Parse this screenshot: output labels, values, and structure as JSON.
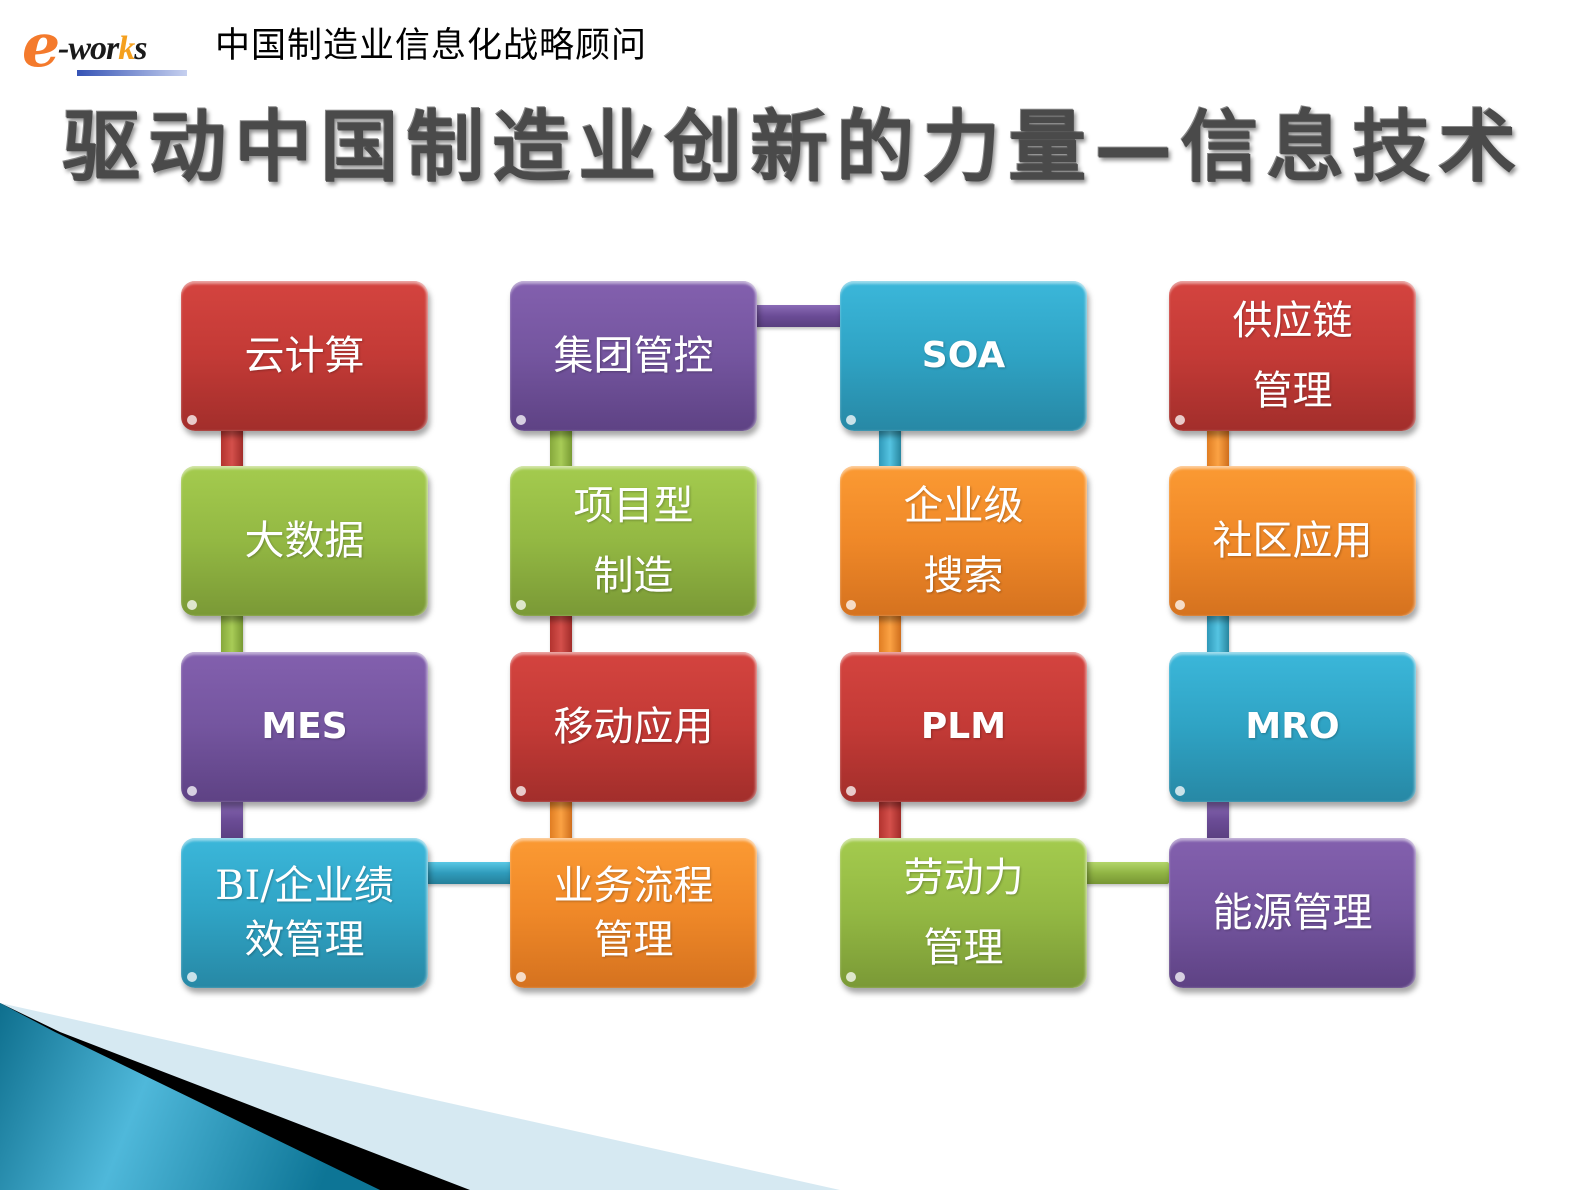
{
  "header": {
    "logo": {
      "e": "e",
      "works_prefix": "-wor",
      "works_k": "k",
      "works_suffix": "s"
    },
    "tagline": "中国制造业信息化战略顾问"
  },
  "title": "驱动中国制造业创新的力量—信息技术",
  "colors": {
    "red": "#c33a36",
    "purple": "#74559f",
    "blue": "#2fa3c4",
    "green": "#93b843",
    "orange": "#ef8828",
    "title_gray": "#4a4a4a",
    "logo_orange": "#f47a2c"
  },
  "diagram": {
    "columns": [
      {
        "items": [
          {
            "label": "云计算",
            "color": "red"
          },
          {
            "label": "大数据",
            "color": "green"
          },
          {
            "label": "MES",
            "color": "purple"
          },
          {
            "label": "BI/企业绩\n效管理",
            "color": "blue"
          }
        ]
      },
      {
        "items": [
          {
            "label": "集团管控",
            "color": "purple"
          },
          {
            "label": "项目型\n制造",
            "color": "green"
          },
          {
            "label": "移动应用",
            "color": "red"
          },
          {
            "label": "业务流程\n管理",
            "color": "orange"
          }
        ]
      },
      {
        "items": [
          {
            "label": "SOA",
            "color": "blue"
          },
          {
            "label": "企业级\n搜索",
            "color": "orange"
          },
          {
            "label": "PLM",
            "color": "red"
          },
          {
            "label": "劳动力\n管理",
            "color": "green"
          }
        ]
      },
      {
        "items": [
          {
            "label": "供应链\n管理",
            "color": "red"
          },
          {
            "label": "社区应用",
            "color": "orange"
          },
          {
            "label": "MRO",
            "color": "blue"
          },
          {
            "label": "能源管理",
            "color": "purple"
          }
        ]
      }
    ]
  }
}
